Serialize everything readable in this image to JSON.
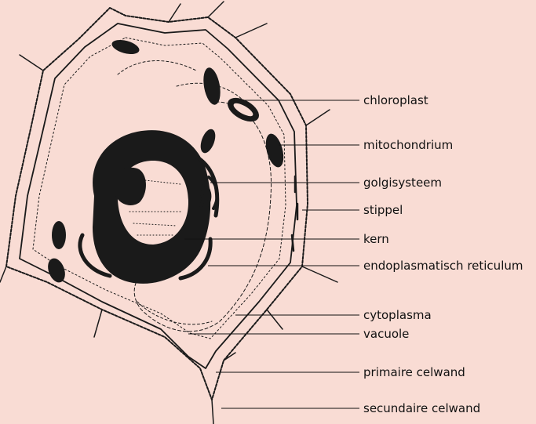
{
  "labels": [
    {
      "key": "chloroplast",
      "text": "chloroplast"
    },
    {
      "key": "mitochondrium",
      "text": "mitochondrium"
    },
    {
      "key": "golgisysteem",
      "text": "golgisysteem"
    },
    {
      "key": "stippel",
      "text": "stippel"
    },
    {
      "key": "kern",
      "text": "kern"
    },
    {
      "key": "endoplasmatisch-reticulum",
      "text": "endoplasmatisch reticulum"
    },
    {
      "key": "cytoplasma",
      "text": "cytoplasma"
    },
    {
      "key": "vacuole",
      "text": "vacuole"
    },
    {
      "key": "primaire-celwand",
      "text": "primaire celwand"
    },
    {
      "key": "secundaire-celwand",
      "text": "secundaire celwand"
    }
  ],
  "colors": {
    "background": "#f9dcd4",
    "ink": "#1a1a1a"
  }
}
